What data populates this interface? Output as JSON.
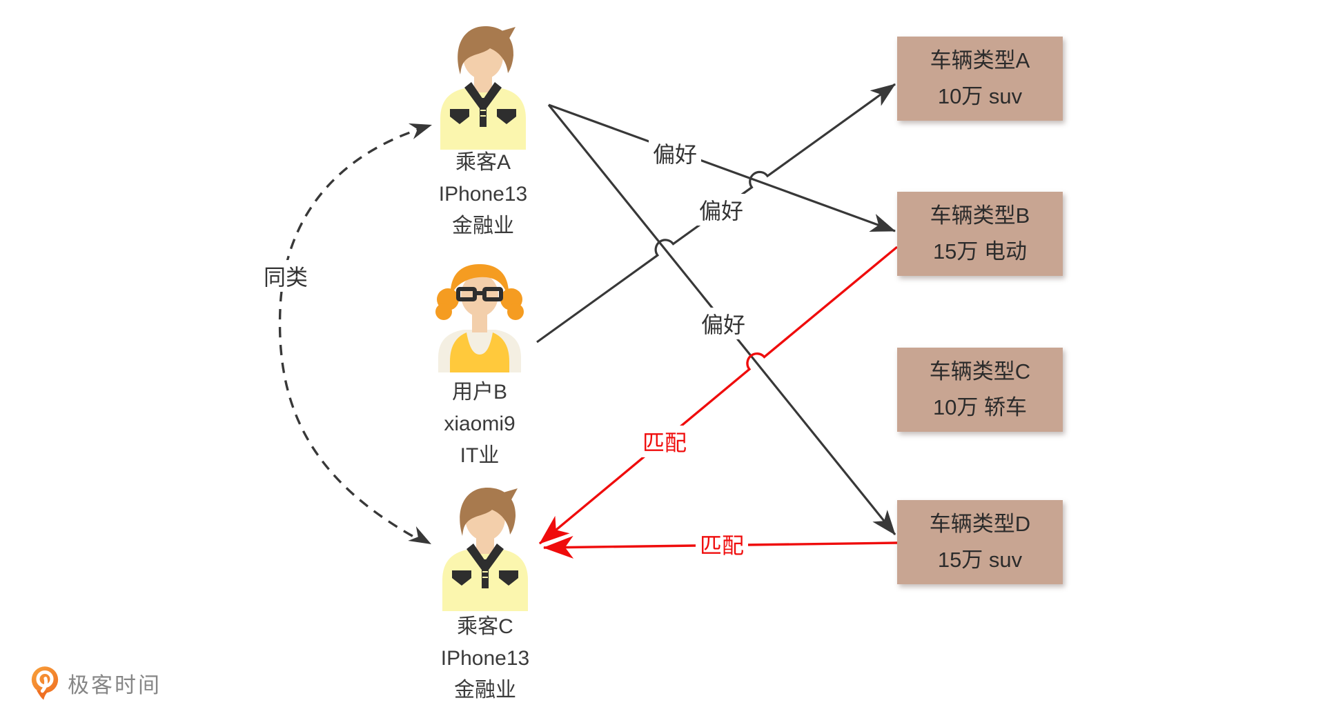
{
  "persons": [
    {
      "id": "passenger-a",
      "avatar": "male-yellow-jacket",
      "lines": [
        "乘客A",
        "IPhone13",
        "金融业"
      ]
    },
    {
      "id": "user-b",
      "avatar": "female-glasses-vest",
      "lines": [
        "用户B",
        "xiaomi9",
        "IT业"
      ]
    },
    {
      "id": "passenger-c",
      "avatar": "male-yellow-jacket",
      "lines": [
        "乘客C",
        "IPhone13",
        "金融业"
      ]
    }
  ],
  "vehicles": [
    {
      "id": "vehicle-a",
      "title": "车辆类型A",
      "subtitle": "10万 suv"
    },
    {
      "id": "vehicle-b",
      "title": "车辆类型B",
      "subtitle": "15万 电动"
    },
    {
      "id": "vehicle-c",
      "title": "车辆类型C",
      "subtitle": "10万 轿车"
    },
    {
      "id": "vehicle-d",
      "title": "车辆类型D",
      "subtitle": "15万 suv"
    }
  ],
  "relations": [
    {
      "from": "乘客A",
      "label": "偏好",
      "to": "车辆类型B",
      "style": "black-arrow"
    },
    {
      "from": "乘客A",
      "label": "偏好",
      "to": "车辆类型D",
      "style": "black-arrow"
    },
    {
      "from": "用户B",
      "label": "偏好",
      "to": "车辆类型A",
      "style": "black-arrow"
    },
    {
      "from": "车辆类型B",
      "label": "匹配",
      "to": "乘客C",
      "style": "red-arrow"
    },
    {
      "from": "车辆类型D",
      "label": "匹配",
      "to": "乘客C",
      "style": "red-arrow"
    },
    {
      "from": "乘客A",
      "label": "同类",
      "to": "乘客C",
      "style": "dashed-curve-double-arrow"
    }
  ],
  "logo": {
    "brand": "极客时间"
  },
  "colors": {
    "background": "#FFFFFF",
    "box_fill": "#C8A592",
    "line": "#383838",
    "match_red": "#EF0C0C",
    "text": "#3A3A3A",
    "logo_orange": "#EF7023",
    "jacket_yellow": "#FBF6AE",
    "vest_yellow": "#FFC93C",
    "hair_brown": "#A87A4E",
    "hair_orange": "#F59C21",
    "skin": "#F3CFAB"
  }
}
